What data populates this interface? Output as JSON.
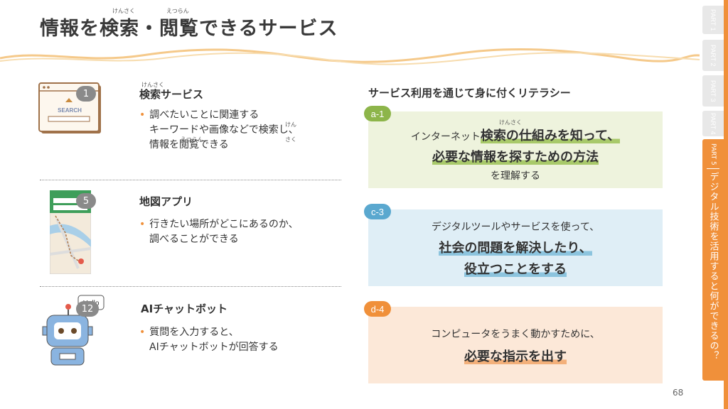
{
  "title": {
    "text": "情報を検索・閲覧できるサービス",
    "ruby1": "けんさく",
    "ruby2": "えつらん"
  },
  "sidebar": {
    "tabs": [
      "PART 1",
      "PART 2",
      "PART 3",
      "PART 4"
    ],
    "active_part": "PART 5",
    "active_title": "デジタル技術を活用すると何ができるの？",
    "accent": "#f0903a"
  },
  "page_number": "68",
  "left_items": [
    {
      "number": "1",
      "title": "検索サービス",
      "title_ruby": "けんさく",
      "image_text": "SEARCH",
      "lines": [
        "調べたいことに関連する",
        "キーワードや画像などで検索し、",
        "情報を閲覧できる"
      ],
      "line_rubies": [
        "けんさく",
        "えつらん"
      ]
    },
    {
      "number": "5",
      "title": "地図アプリ",
      "lines": [
        "行きたい場所がどこにあるのか、",
        "調べることができる"
      ]
    },
    {
      "number": "12",
      "title": "AIチャットボット",
      "bubble": "Hello",
      "lines": [
        "質問を入力すると、",
        "AIチャットボットが回答する"
      ]
    }
  ],
  "right": {
    "heading": "サービス利用を通じて身に付くリテラシー",
    "boxes": [
      {
        "badge": "a-1",
        "color": "#8db54a",
        "bg": "#eef3dd",
        "line1_prefix": "インターネット",
        "line1_bold": "検索の仕組みを知って、",
        "ruby": "けんさく",
        "line2": "必要な情報を探すための方法",
        "line3": "を理解する"
      },
      {
        "badge": "c-3",
        "color": "#5aa8cf",
        "bg": "#dfeef6",
        "line1": "デジタルツールやサービスを使って、",
        "line2": "社会の問題を解決したり、",
        "line3": "役立つことをする"
      },
      {
        "badge": "d-4",
        "color": "#f0903a",
        "bg": "#fce8d8",
        "line1": "コンピュータをうまく動かすために、",
        "line2": "必要な指示を出す"
      }
    ]
  }
}
